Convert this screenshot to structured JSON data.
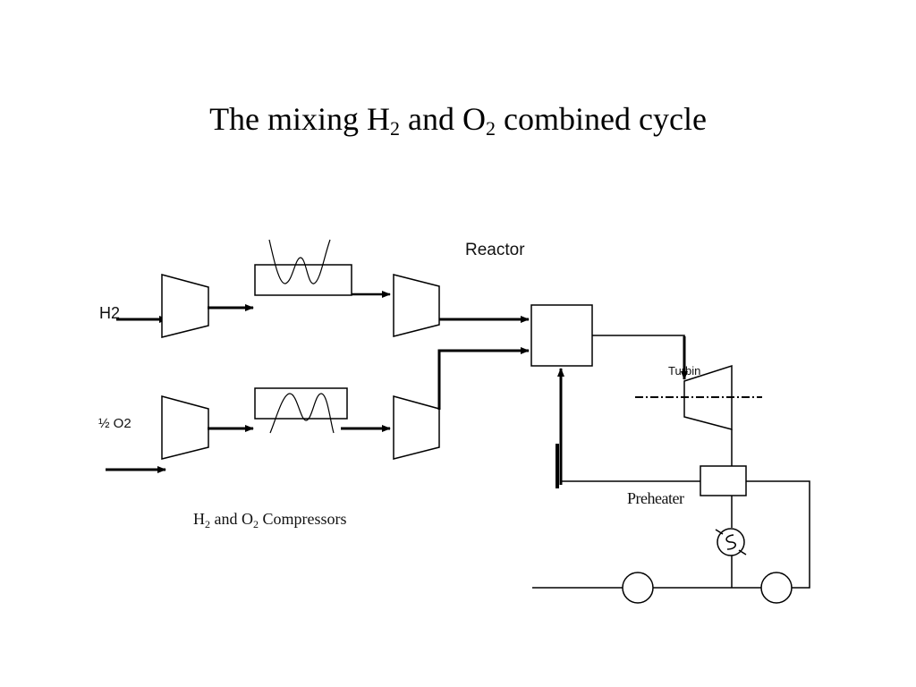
{
  "slide": {
    "title": {
      "part1": "The mixing H",
      "sub1": "2",
      "part2": " and O",
      "sub2": "2",
      "part3": " combined cycle"
    }
  },
  "diagram": {
    "labels": {
      "h2_input": "H2",
      "o2_input": "½ O2",
      "reactor": "Reactor",
      "turbine": "Turbin",
      "preheater": "Preheater"
    },
    "caption": {
      "part1": "H",
      "sub1": "2",
      "part2": " and O",
      "sub2": "2",
      "part3": " Compressors"
    }
  }
}
